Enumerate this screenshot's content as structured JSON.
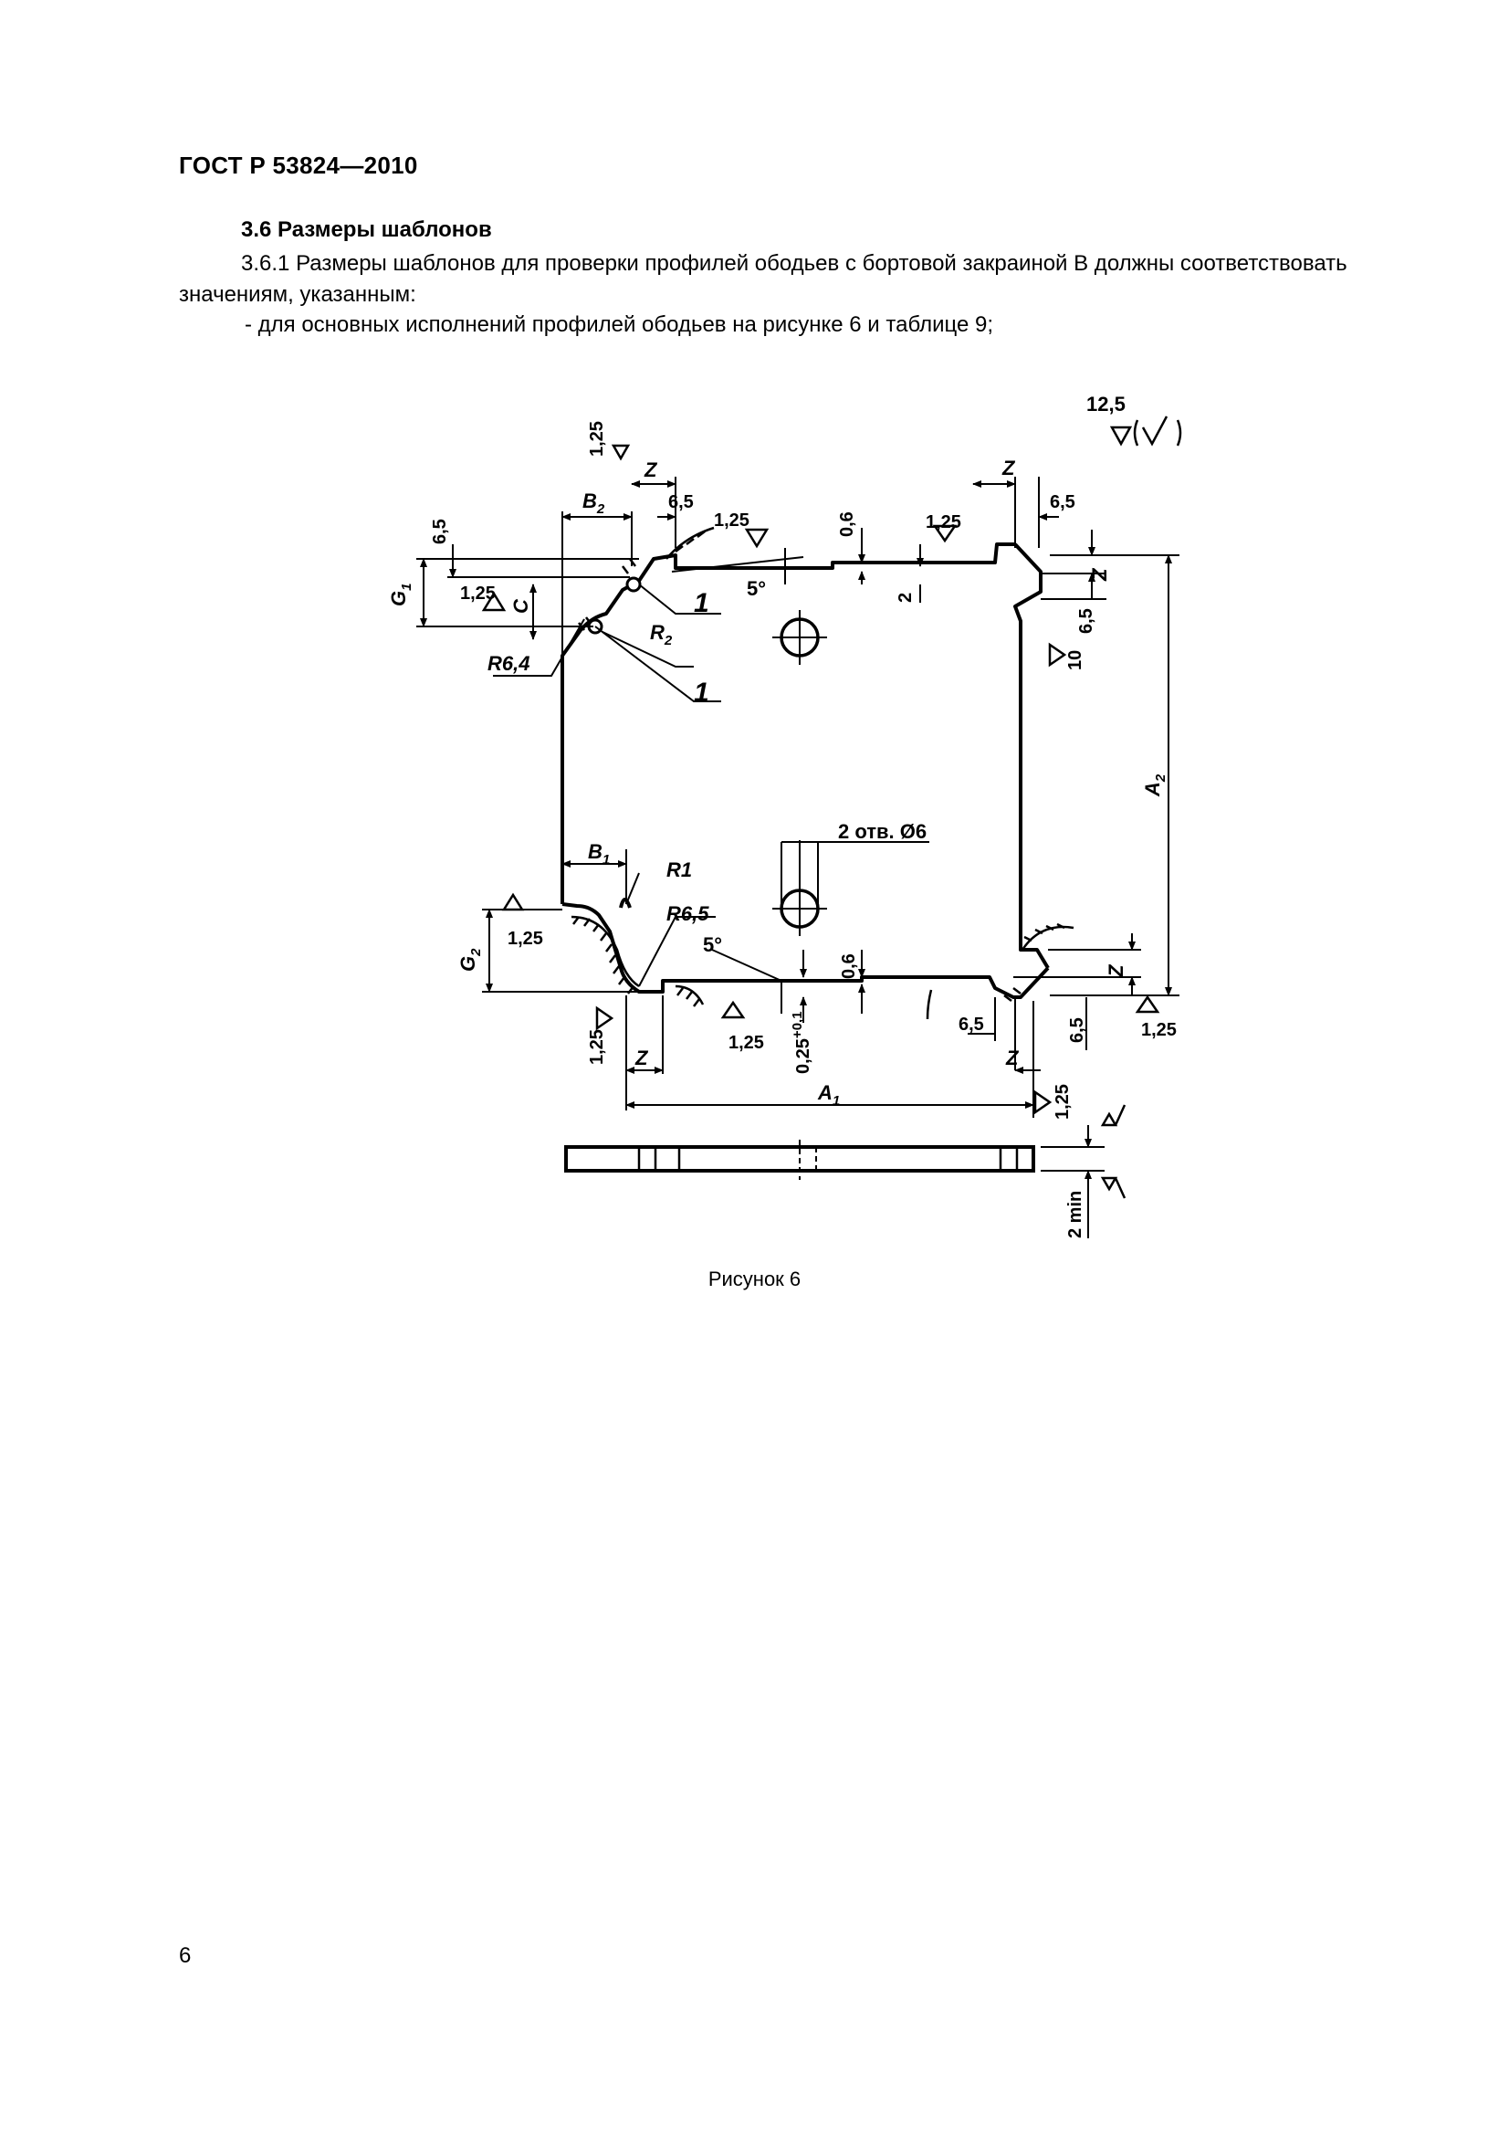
{
  "header": {
    "doc_code": "ГОСТ Р 53824—2010"
  },
  "section": {
    "heading": "3.6 Размеры шаблонов",
    "paragraph_num": "3.6.1",
    "paragraph": "Размеры шаблонов для проверки профилей ободьев с бортовой закраиной В должны соответствовать значениям, указанным:",
    "bullet": "- для основных исполнений профилей ободьев на рисунке 6 и таблице 9;"
  },
  "figure": {
    "caption": "Рисунок 6",
    "labels": {
      "roughness_general": "12,5",
      "r125": "1,25",
      "z": "Z",
      "d65": "6,5",
      "d06": "0,6",
      "d2": "2",
      "d5deg": "5°",
      "callout1": "1",
      "B2": "B",
      "B2_sub": "2",
      "B1": "B",
      "B1_sub": "1",
      "G1": "G",
      "G1_sub": "1",
      "G2": "G",
      "G2_sub": "2",
      "A1": "A",
      "A1_sub": "1",
      "A2": "A",
      "A2_sub": "2",
      "C": "C",
      "R2": "R",
      "R2_sub": "2",
      "R64": "R6,4",
      "R1": "R1",
      "R65": "R6,5",
      "holes": "2 отв. Ø6",
      "d10": "10",
      "tol": "0,25",
      "tol_sup": "+0,1",
      "thickness": "2 min"
    }
  },
  "footer": {
    "page_number": "6"
  }
}
